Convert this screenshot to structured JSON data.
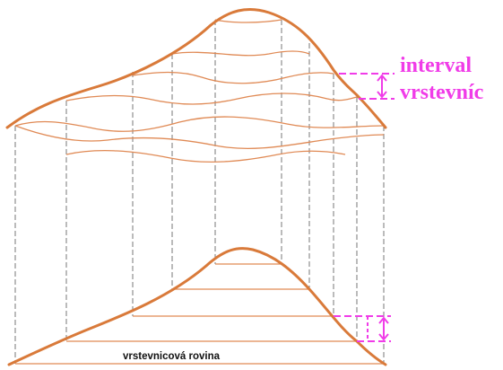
{
  "labels": {
    "interval_line1": "interval",
    "interval_line2": "vrstevníc",
    "plane": "vrstevnicová rovina"
  },
  "colors": {
    "terrain": "#d97a3a",
    "contour": "#e08a55",
    "projection": "#777777",
    "interval": "#f03ce8",
    "text": "#111111"
  }
}
